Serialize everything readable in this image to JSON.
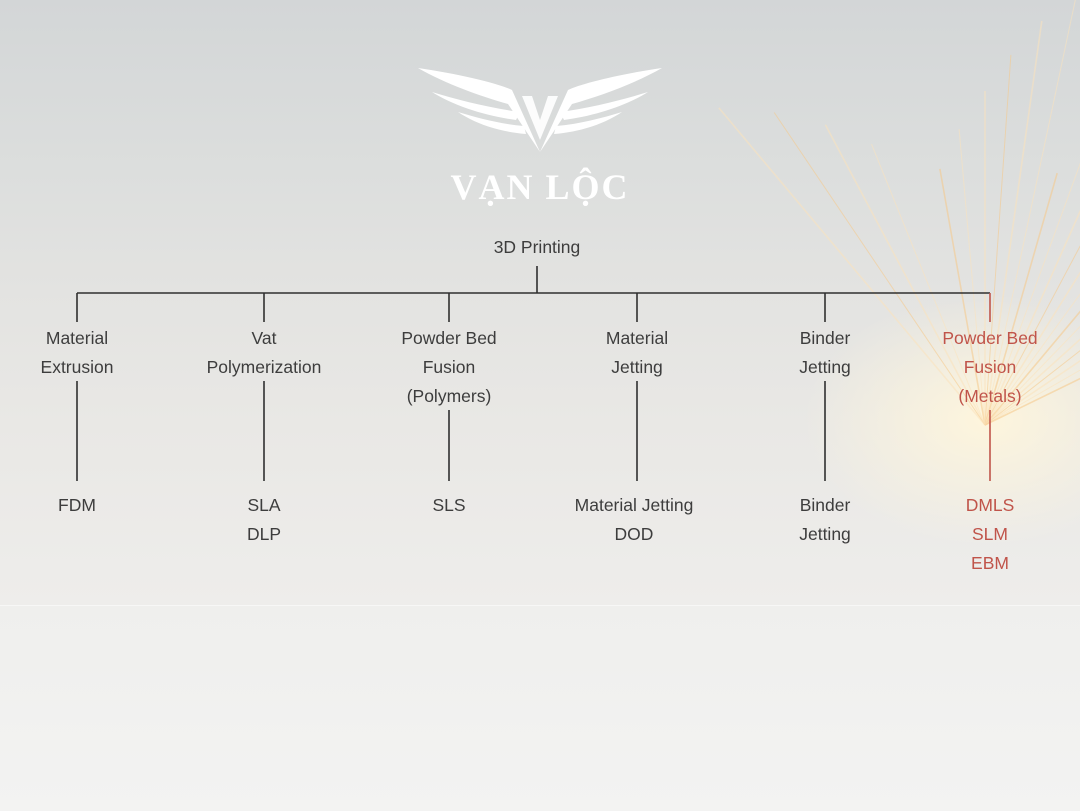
{
  "brand": {
    "name": "VẠN LỘC",
    "logo": "winged-v-logo"
  },
  "diagram": {
    "root": "3D Printing",
    "categories": [
      {
        "id": "material-extrusion",
        "label": [
          "Material",
          "Extrusion"
        ],
        "technologies": [
          "FDM"
        ]
      },
      {
        "id": "vat-polymerization",
        "label": [
          "Vat",
          "Polymerization"
        ],
        "technologies": [
          "SLA",
          "DLP"
        ]
      },
      {
        "id": "powder-bed-polymers",
        "label": [
          "Powder Bed",
          "Fusion",
          "(Polymers)"
        ],
        "technologies": [
          "SLS"
        ]
      },
      {
        "id": "material-jetting",
        "label": [
          "Material",
          "Jetting"
        ],
        "technologies": [
          "Material Jetting",
          "DOD"
        ]
      },
      {
        "id": "binder-jetting",
        "label": [
          "Binder",
          "Jetting"
        ],
        "technologies": [
          "Binder",
          "Jetting"
        ]
      },
      {
        "id": "powder-bed-metals",
        "label": [
          "Powder Bed",
          "Fusion",
          "(Metals)"
        ],
        "technologies": [
          "DMLS",
          "SLM",
          "EBM"
        ]
      }
    ],
    "colors": {
      "text": "#3d3d3d",
      "line": "#2f2f2f",
      "highlight": "#c0544a"
    }
  }
}
